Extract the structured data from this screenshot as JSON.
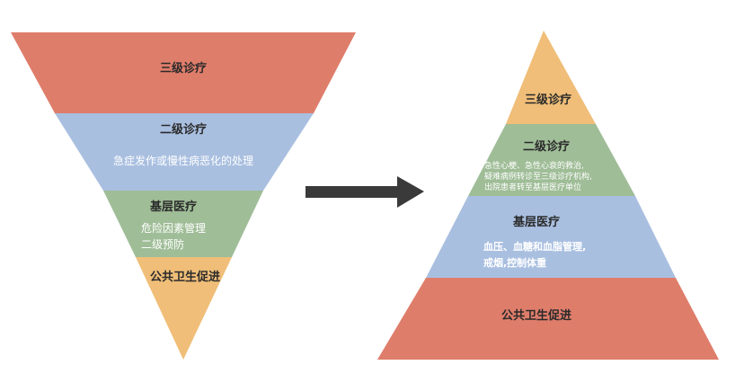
{
  "colors": {
    "tertiary": "#df7d6b",
    "secondary": "#a9bfe0",
    "primary": "#9fbd97",
    "public_health": "#f0be78",
    "arrow": "#3a3a3a"
  },
  "inverted": {
    "levels": [
      {
        "label": "三级诊疗"
      },
      {
        "label": "二级诊疗",
        "text": [
          "急症发作或慢性病恶化的处理"
        ]
      },
      {
        "label": "基层医疗",
        "text": [
          "危险因素管理",
          "二级预防"
        ]
      },
      {
        "label": "公共卫生促进"
      }
    ]
  },
  "upright": {
    "levels": [
      {
        "label": "三级诊疗"
      },
      {
        "label": "二级诊疗",
        "text": [
          "急性心梗、急性心衰的救治,",
          "疑难病例转诊至三级诊疗机构,",
          "出院患者转至基层医疗单位"
        ]
      },
      {
        "label": "基层医疗",
        "text": [
          "血压、血糖和血脂管理,",
          "戒烟,控制体重"
        ]
      },
      {
        "label": "公共卫生促进"
      }
    ]
  }
}
